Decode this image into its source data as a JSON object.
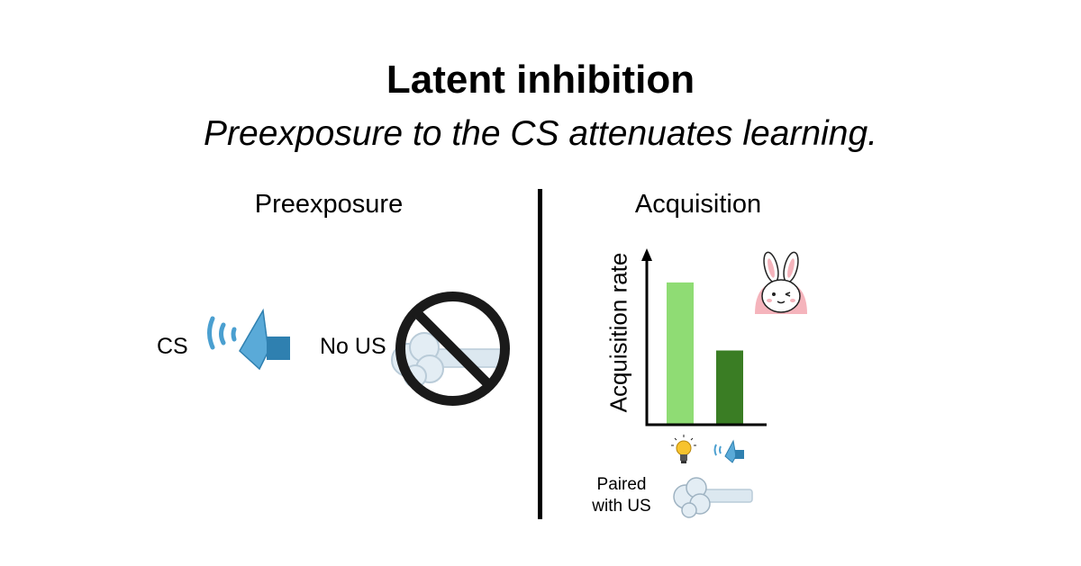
{
  "title": "Latent inhibition",
  "subtitle": "Preexposure to the CS attenuates learning.",
  "left_panel": {
    "heading": "Preexposure",
    "cs_label": "CS",
    "no_us_label": "No US",
    "icons": [
      "speaker-icon",
      "air-puff-icon",
      "prohibition-icon"
    ]
  },
  "right_panel": {
    "heading": "Acquisition",
    "paired_label_line1": "Paired",
    "paired_label_line2": "with US",
    "icons": [
      "rabbit-icon",
      "lightbulb-icon",
      "speaker-icon",
      "air-puff-icon"
    ]
  },
  "colors": {
    "bar_light": "#8fdc74",
    "bar_dark": "#3a7d24",
    "speaker": "#4a9fd0",
    "puff": "#b9cbd8",
    "prohibition": "#1a1a1a"
  },
  "chart_data": {
    "type": "bar",
    "categories": [
      "lightbulb",
      "tone"
    ],
    "values": [
      0.87,
      0.45
    ],
    "ylabel": "Acquisition rate",
    "xlabel": "",
    "ylim": [
      0,
      1
    ]
  }
}
